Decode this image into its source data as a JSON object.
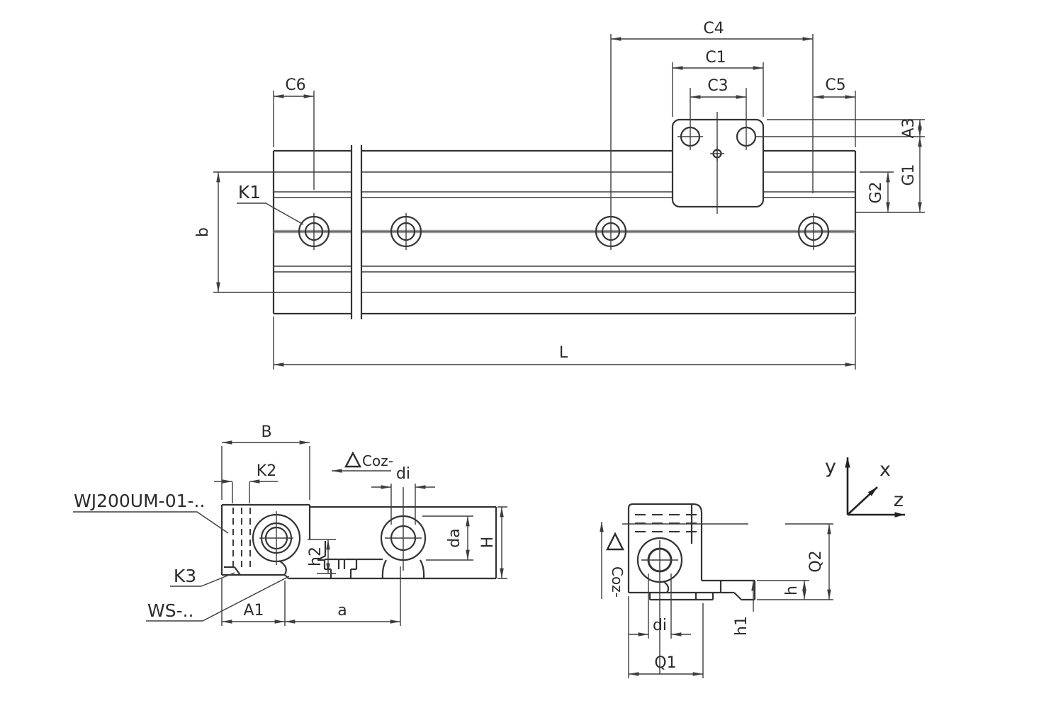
{
  "top_view": {
    "labels": {
      "C4": "C4",
      "C1": "C1",
      "C3": "C3",
      "C5": "C5",
      "C6": "C6",
      "A3": "A3",
      "G1": "G1",
      "G2": "G2",
      "b": "b",
      "L": "L",
      "K1": "K1"
    }
  },
  "front_view": {
    "labels": {
      "B": "B",
      "K2": "K2",
      "A1": "A1",
      "a": "a",
      "h2": "h2",
      "di": "di",
      "da": "da",
      "H": "H"
    },
    "callouts": {
      "model": "WJ200UM-01-..",
      "K3": "K3",
      "WS": "WS-.."
    },
    "warning": "Coz-"
  },
  "side_view": {
    "labels": {
      "Q1": "Q1",
      "Q2": "Q2",
      "h": "h",
      "h1": "h1",
      "di": "di"
    },
    "warning": "Coz-"
  },
  "axes": {
    "x": "x",
    "y": "y",
    "z": "z"
  },
  "colors": {
    "line": "#333333",
    "shaft_gray": "#9a9a9a",
    "background": "#ffffff"
  }
}
